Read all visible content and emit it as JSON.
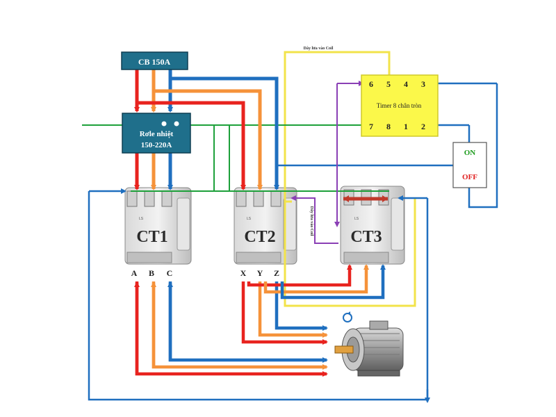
{
  "breaker": {
    "label": "CB 150A"
  },
  "relay": {
    "line1": "Rơle nhiệt",
    "line2": "150-220A"
  },
  "timer": {
    "title": "Timer 8 chân tròn",
    "pins_top": [
      "6",
      "5",
      "4",
      "3"
    ],
    "pins_bottom": [
      "7",
      "8",
      "1",
      "2"
    ]
  },
  "coil_labels": {
    "top": "Dây lửa vào Coil",
    "vertical": "Dây lửa vào Coil"
  },
  "switch": {
    "on": "ON",
    "off": "OFF",
    "on_color": "#1a9a1a",
    "off_color": "#e02020"
  },
  "contactors": [
    {
      "name": "CT1",
      "terminals": [
        "A",
        "B",
        "C"
      ]
    },
    {
      "name": "CT2",
      "terminals": [
        "X",
        "Y",
        "Z"
      ]
    },
    {
      "name": "CT3",
      "terminals": []
    }
  ],
  "colors": {
    "phase_red": "#e8231f",
    "phase_orange": "#f5923a",
    "phase_blue": "#1f6fbf",
    "control_green": "#1da03a",
    "control_yellow": "#f2e34a",
    "control_purple": "#8a3fb5",
    "box_teal": "#1f6f8b",
    "timer_fill": "#fbf84a"
  }
}
